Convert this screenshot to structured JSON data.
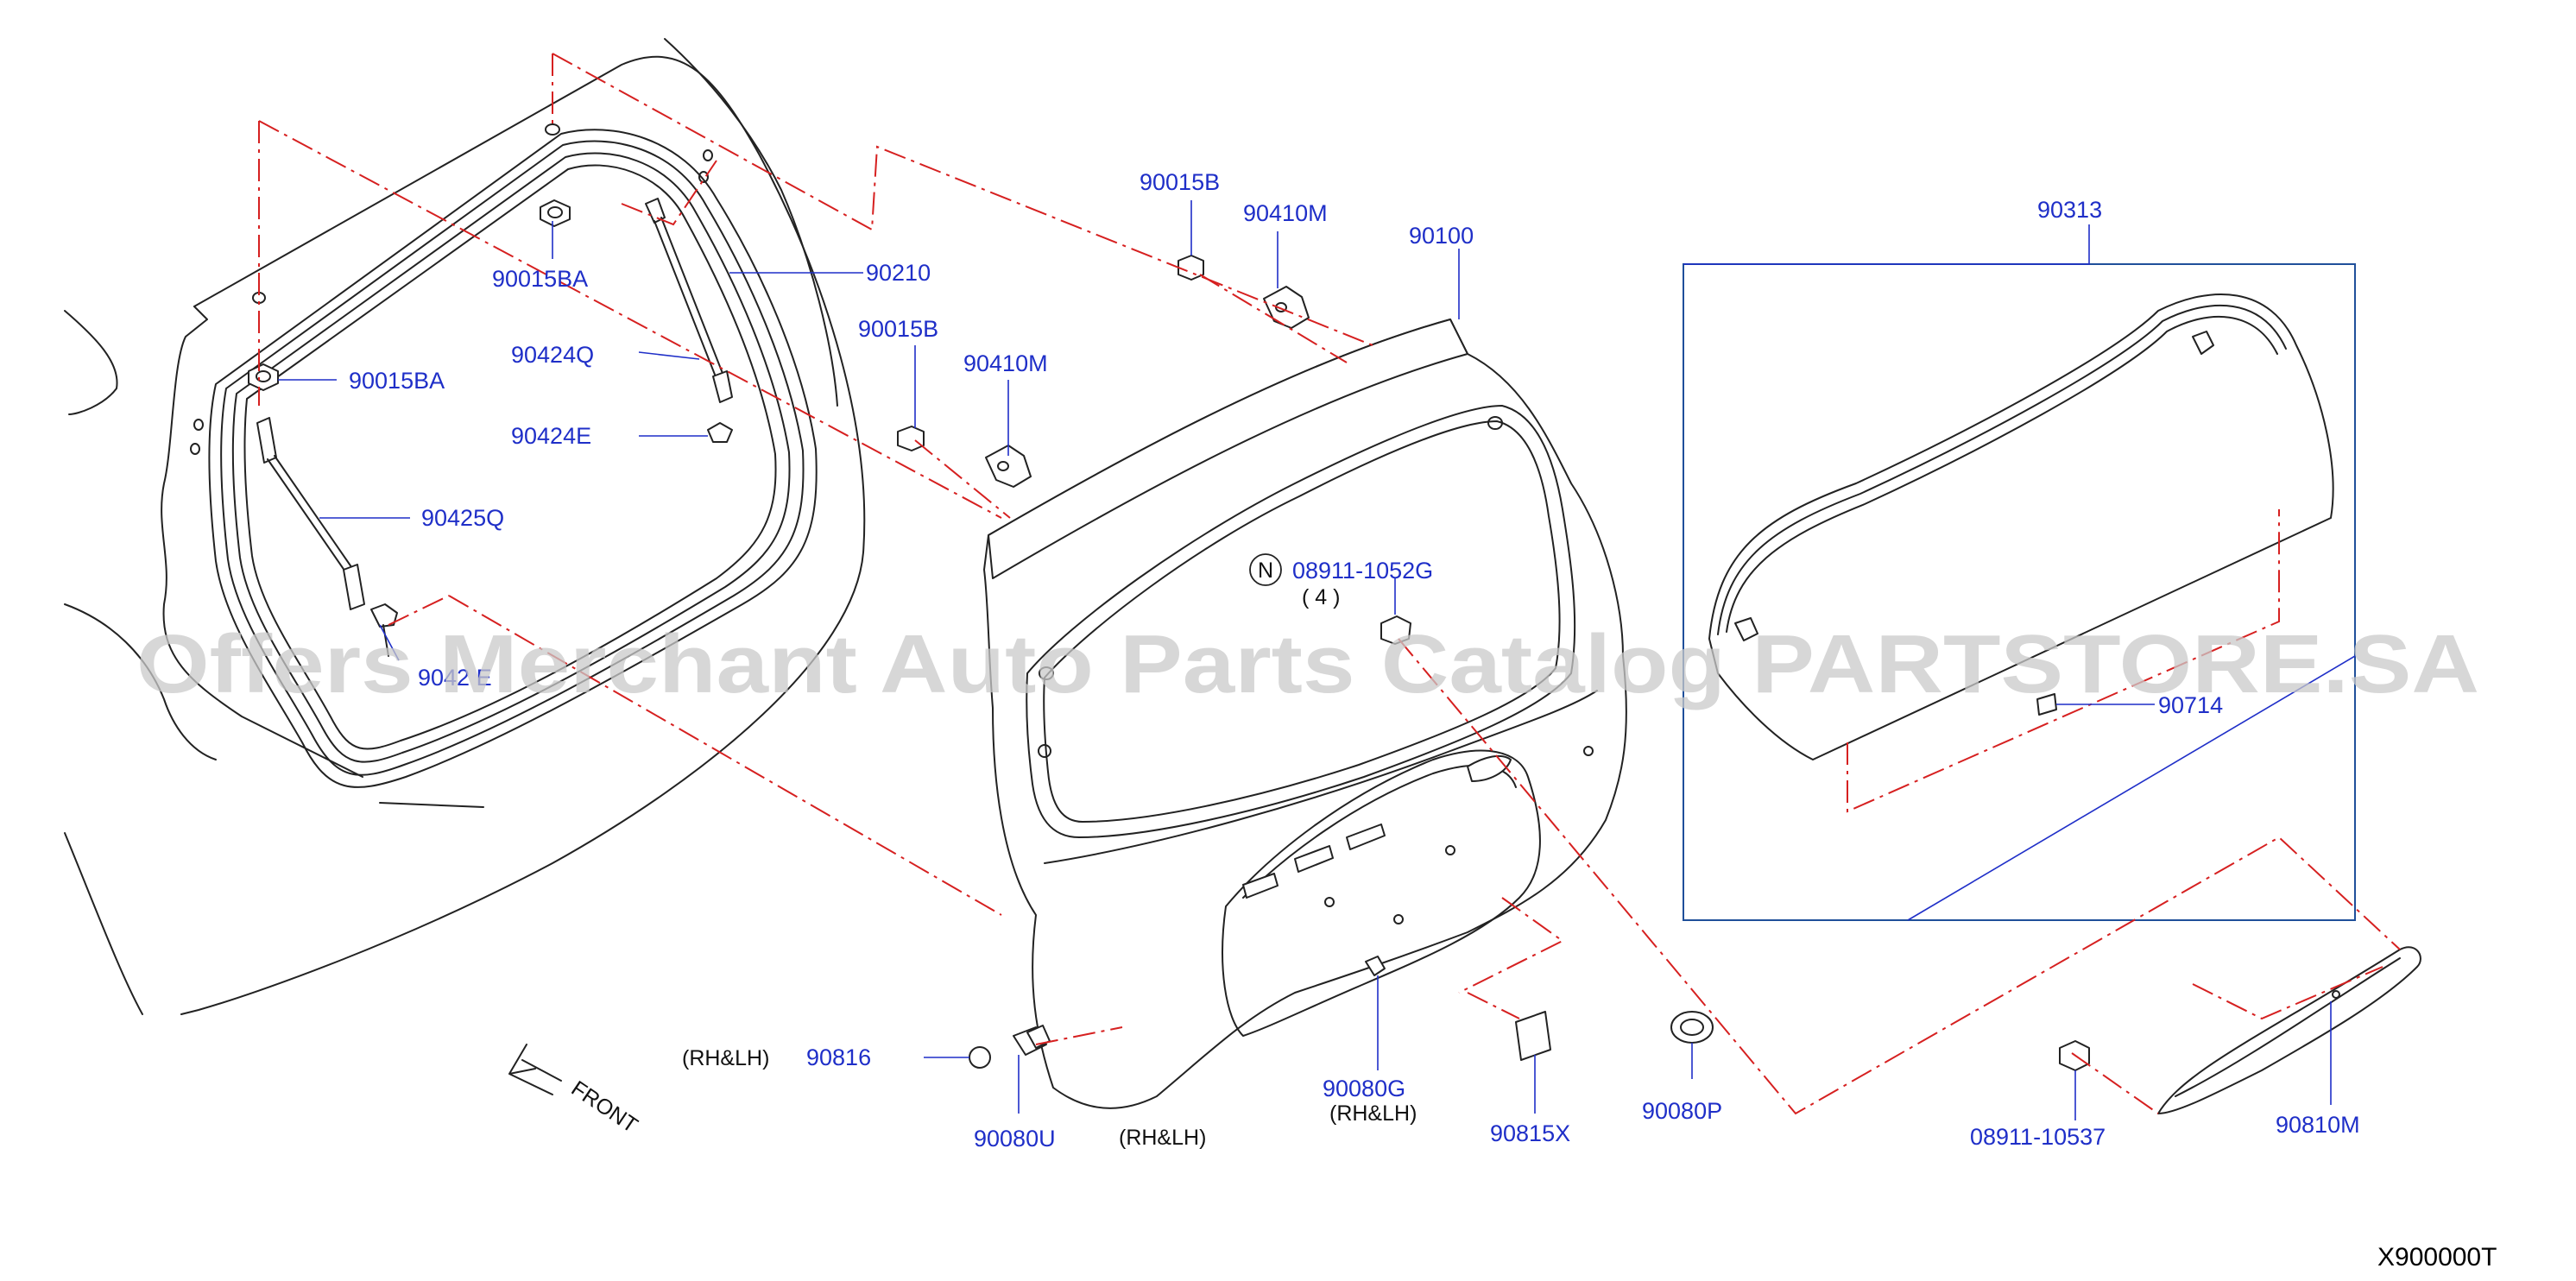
{
  "parts": {
    "p_90015BA_top": "90015BA",
    "p_90015BA_left": "90015BA",
    "p_90210": "90210",
    "p_90424Q": "90424Q",
    "p_90424E": "90424E",
    "p_90425Q": "90425Q",
    "p_9042xE": "9042 E",
    "p_90015B_mid": "90015B",
    "p_90410M_mid": "90410M",
    "p_90015B_top": "90015B",
    "p_90410M_top": "90410M",
    "p_90100": "90100",
    "p_08911_1052G": "08911-1052G",
    "p_qty_4": "( 4 )",
    "p_N_marker": "N",
    "p_90313": "90313",
    "p_90714": "90714",
    "p_90816": "90816",
    "p_90080U": "90080U",
    "p_90080G": "90080G",
    "p_90815X": "90815X",
    "p_90080P": "90080P",
    "p_08911_10537": "08911-10537",
    "p_90810M": "90810M"
  },
  "notes": {
    "rhlh_90816": "(RH&LH)",
    "rhlh_90080U": "(RH&LH)",
    "rhlh_90080G": "(RH&LH)",
    "front": "FRONT"
  },
  "diagram_code": "X900000T",
  "watermark": "Offers Merchant Auto Parts Catalog PARTSTORE.SA",
  "colors": {
    "part_label": "#1f2fc8",
    "phantom_line": "#d62020",
    "group_box": "#1f4f9a",
    "outline": "#222222"
  }
}
